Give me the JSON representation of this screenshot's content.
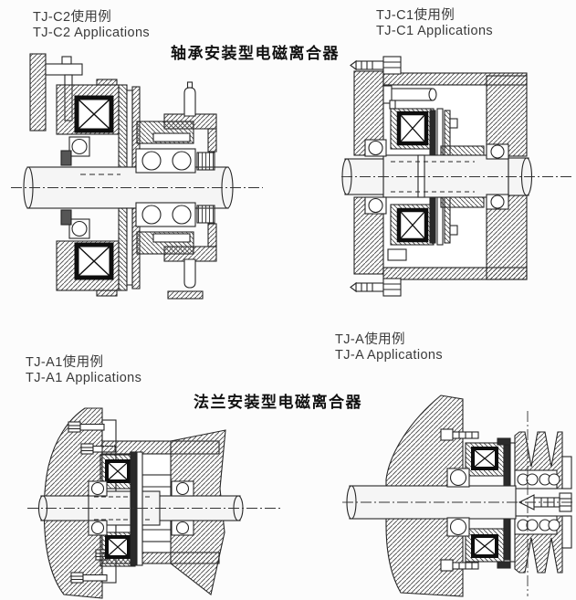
{
  "page": {
    "background": "#fcfcfc",
    "titles": {
      "bearing_type": "轴承安装型电磁离合器",
      "flange_type": "法兰安装型电磁离合器"
    },
    "figures": {
      "tj_c2": {
        "label_zh": "TJ-C2使用例",
        "label_en": "TJ-C2 Applications"
      },
      "tj_c1": {
        "label_zh": "TJ-C1使用例",
        "label_en": "TJ-C1 Applications"
      },
      "tj_a1": {
        "label_zh": "TJ-A1使用例",
        "label_en": "TJ-A1 Applications"
      },
      "tj_a": {
        "label_zh": "TJ-A使用例",
        "label_en": "TJ-A Applications"
      }
    },
    "colors": {
      "line": "#262626",
      "text": "#3a3a3a",
      "title_text": "#111111",
      "shaft_fill": "#f5f5f5",
      "coil_frame": "#0e0e0e"
    }
  }
}
